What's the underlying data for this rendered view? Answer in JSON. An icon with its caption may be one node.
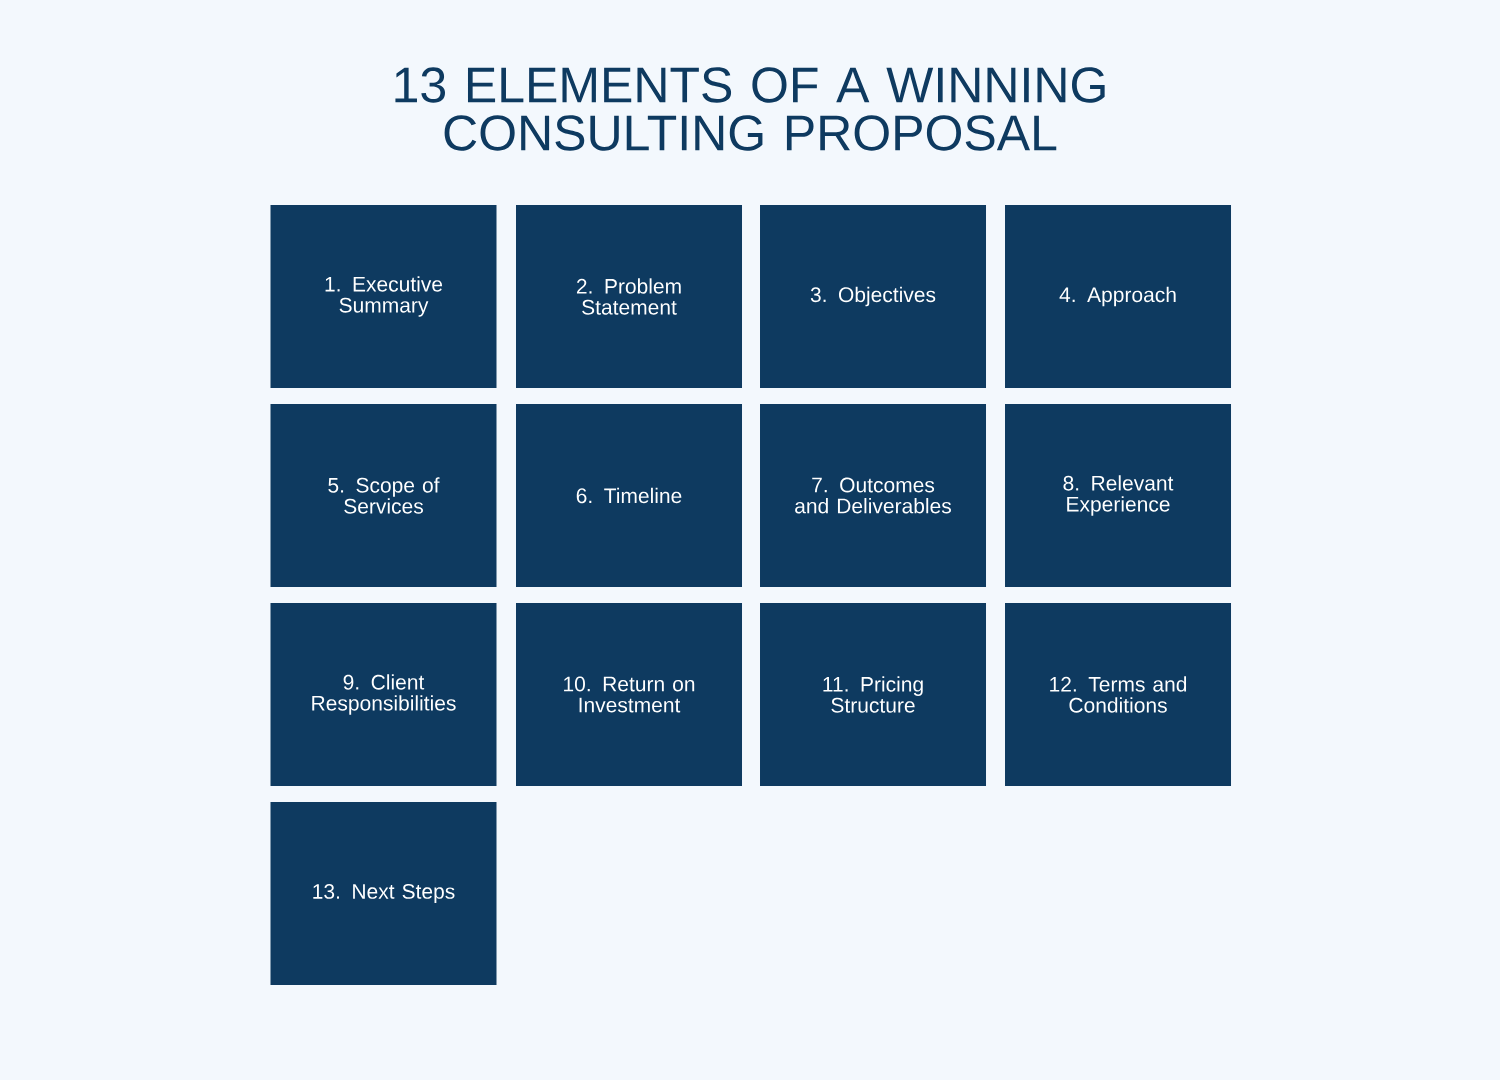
{
  "diagram": {
    "title": "13 ELEMENTS OF A WINNING CONSULTING PROPOSAL",
    "nodes": [
      {
        "text": [
          "1. Executive Summary"
        ]
      },
      {
        "text": [
          "2. Problem Statement"
        ]
      },
      {
        "text": [
          "3. Objectives"
        ]
      },
      {
        "text": [
          "4. Approach"
        ]
      },
      {
        "text": [
          "5. Scope of Services"
        ]
      },
      {
        "text": [
          "6. Timeline"
        ]
      },
      {
        "text": [
          "7. Outcomes and Deliverables"
        ]
      },
      {
        "text": [
          "8. Relevant Experience"
        ]
      },
      {
        "text": [
          "9. Client Responsibilities"
        ]
      },
      {
        "text": [
          "10. Return on Investment"
        ]
      },
      {
        "text": [
          "11. Pricing Structure"
        ]
      },
      {
        "text": [
          "12. Terms and Conditions"
        ]
      },
      {
        "text": [
          "13. Next Steps"
        ]
      }
    ]
  }
}
